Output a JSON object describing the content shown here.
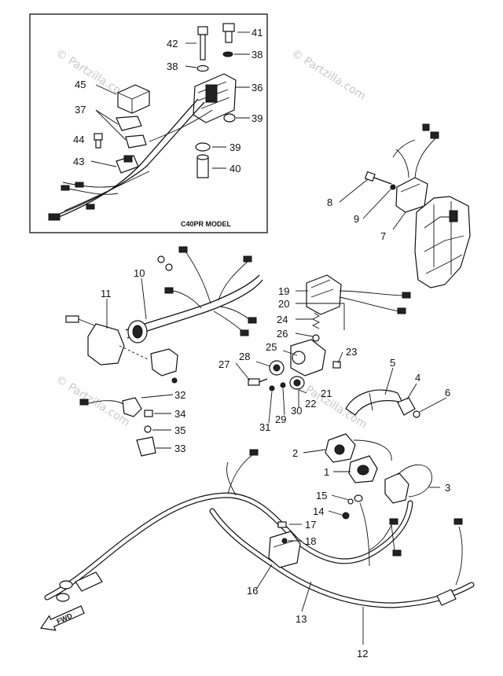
{
  "diagram": {
    "inset_caption": "C40PR MODEL",
    "fwd_label": "FWD",
    "watermark": "© Partzilla.com",
    "callouts": [
      {
        "id": "c41",
        "text": "41"
      },
      {
        "id": "c42",
        "text": "42"
      },
      {
        "id": "c38a",
        "text": "38"
      },
      {
        "id": "c38b",
        "text": "38"
      },
      {
        "id": "c45",
        "text": "45"
      },
      {
        "id": "c36",
        "text": "36"
      },
      {
        "id": "c37",
        "text": "37"
      },
      {
        "id": "c39a",
        "text": "39"
      },
      {
        "id": "c44",
        "text": "44"
      },
      {
        "id": "c39b",
        "text": "39"
      },
      {
        "id": "c43",
        "text": "43"
      },
      {
        "id": "c40",
        "text": "40"
      },
      {
        "id": "c8",
        "text": "8"
      },
      {
        "id": "c9",
        "text": "9"
      },
      {
        "id": "c7",
        "text": "7"
      },
      {
        "id": "c10",
        "text": "10"
      },
      {
        "id": "c11",
        "text": "11"
      },
      {
        "id": "c19",
        "text": "19"
      },
      {
        "id": "c20",
        "text": "20"
      },
      {
        "id": "c24",
        "text": "24"
      },
      {
        "id": "c26",
        "text": "26"
      },
      {
        "id": "c25",
        "text": "25"
      },
      {
        "id": "c23",
        "text": "23"
      },
      {
        "id": "c28",
        "text": "28"
      },
      {
        "id": "c27",
        "text": "27"
      },
      {
        "id": "c5",
        "text": "5"
      },
      {
        "id": "c4",
        "text": "4"
      },
      {
        "id": "c6",
        "text": "6"
      },
      {
        "id": "c21",
        "text": "21"
      },
      {
        "id": "c22",
        "text": "22"
      },
      {
        "id": "c30",
        "text": "30"
      },
      {
        "id": "c29",
        "text": "29"
      },
      {
        "id": "c31",
        "text": "31"
      },
      {
        "id": "c32",
        "text": "32"
      },
      {
        "id": "c34",
        "text": "34"
      },
      {
        "id": "c35",
        "text": "35"
      },
      {
        "id": "c33",
        "text": "33"
      },
      {
        "id": "c2",
        "text": "2"
      },
      {
        "id": "c1",
        "text": "1"
      },
      {
        "id": "c3",
        "text": "3"
      },
      {
        "id": "c15",
        "text": "15"
      },
      {
        "id": "c14",
        "text": "14"
      },
      {
        "id": "c17",
        "text": "17"
      },
      {
        "id": "c18",
        "text": "18"
      },
      {
        "id": "c16",
        "text": "16"
      },
      {
        "id": "c13",
        "text": "13"
      },
      {
        "id": "c12",
        "text": "12"
      }
    ]
  }
}
